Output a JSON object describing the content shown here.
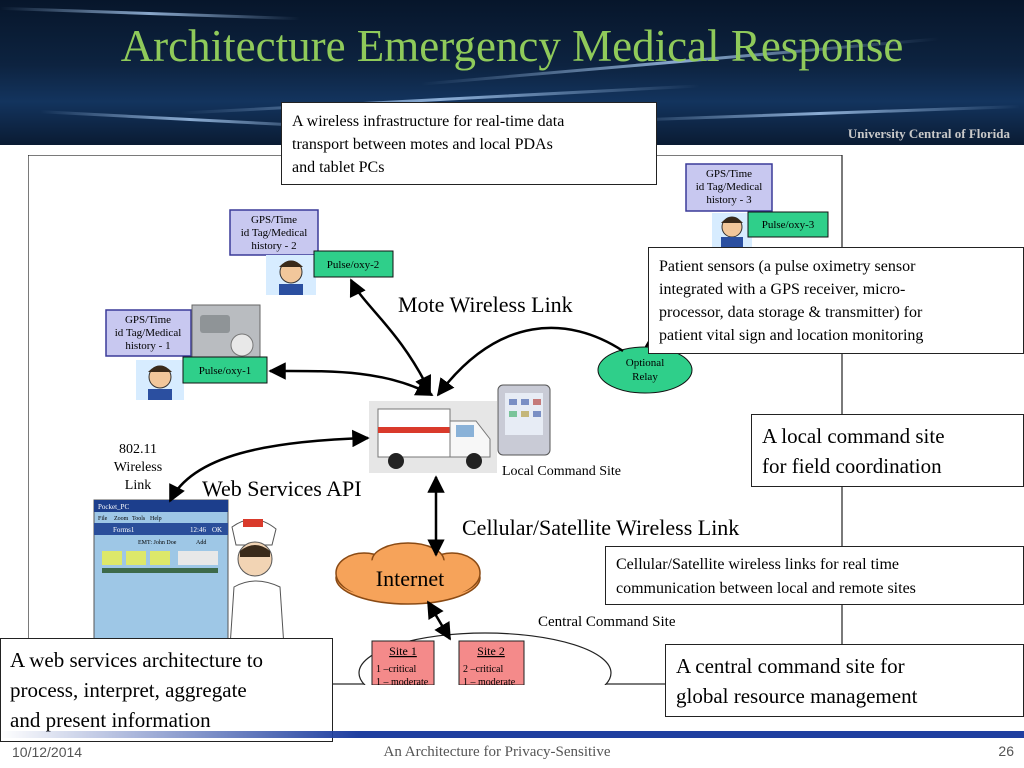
{
  "slide": {
    "title": "Architecture Emergency Medical Response",
    "university": "University Central of Florida",
    "footer_date": "10/12/2014",
    "footer_center": "An Architecture for Privacy-Sensitive",
    "page_number": "26"
  },
  "callouts": {
    "wireless_infra": [
      "A wireless infrastructure for real-time data",
      "transport between motes and local PDAs",
      "and tablet PCs"
    ],
    "patient_sensors": [
      "Patient sensors (a pulse oximetry sensor",
      "integrated with a GPS receiver, micro-",
      "processor, data storage & transmitter) for",
      "patient vital sign and location monitoring"
    ],
    "local_command": [
      "A local command site",
      "for field coordination"
    ],
    "cellular_links": [
      "Cellular/Satellite wireless links for real time",
      "communication between local and remote sites"
    ],
    "web_services": [
      "A web services architecture to",
      "process, interpret, aggregate",
      "and present information"
    ],
    "central_command": [
      "A central command site for",
      "global resource management"
    ]
  },
  "diagram": {
    "patients": [
      {
        "history": [
          "GPS/Time",
          "id Tag/Medical",
          "history - 1"
        ],
        "sensor": "Pulse/oxy-1"
      },
      {
        "history": [
          "GPS/Time",
          "id Tag/Medical",
          "history - 2"
        ],
        "sensor": "Pulse/oxy-2"
      },
      {
        "history": [
          "GPS/Time",
          "id Tag/Medical",
          "history - 3"
        ],
        "sensor": "Pulse/oxy-3"
      }
    ],
    "mote_link": "Mote Wireless Link",
    "relay": [
      "Optional",
      "Relay"
    ],
    "wifi_link": [
      "802.11",
      "Wireless",
      "Link"
    ],
    "web_api": "Web Services API",
    "local_site": "Local Command Site",
    "cellular_link": "Cellular/Satellite Wireless Link",
    "internet": "Internet",
    "central_site": "Central Command Site",
    "sites": [
      {
        "name": "Site 1",
        "lines": [
          "1 –critical",
          "1 – moderate"
        ]
      },
      {
        "name": "Site 2",
        "lines": [
          "2 –critical",
          "1 – moderate"
        ]
      }
    ],
    "pda": {
      "window_title": "Pocket_PC",
      "menu": [
        "File",
        "Zoom",
        "Tools",
        "Help"
      ],
      "app_name": "Forms1",
      "time": "12:46",
      "ok": "OK",
      "patient_label": "EMT: John Doe",
      "add": "Add"
    }
  },
  "colors": {
    "title": "#8fca5a",
    "history_fill": "#c8c8f0",
    "sensor_fill": "#2fcf8a",
    "site_fill": "#f48a8a",
    "footer_bar": "#1f3fa0"
  }
}
